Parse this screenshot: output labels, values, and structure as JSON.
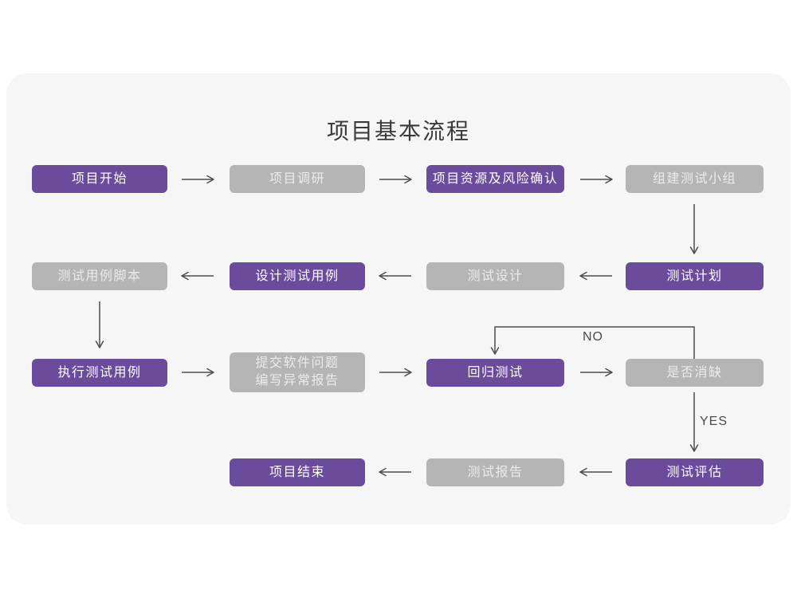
{
  "title": "项目基本流程",
  "colors": {
    "page_bg": "#ffffff",
    "card_bg": "#f6f6f7",
    "node_primary": "#6b4b9b",
    "node_muted": "#b5b5b5",
    "node_text_primary": "#ffffff",
    "node_text_muted": "#ebebeb",
    "arrow": "#4d4d4d",
    "title_text": "#3a3a3a"
  },
  "nodes": [
    {
      "id": "project-start",
      "label": "项目开始",
      "variant": "primary"
    },
    {
      "id": "project-research",
      "label": "项目调研",
      "variant": "muted"
    },
    {
      "id": "resource-risk-confirm",
      "label": "项目资源及风险确认",
      "variant": "primary"
    },
    {
      "id": "build-test-team",
      "label": "组建测试小组",
      "variant": "muted"
    },
    {
      "id": "test-plan",
      "label": "测试计划",
      "variant": "primary"
    },
    {
      "id": "test-design",
      "label": "测试设计",
      "variant": "muted"
    },
    {
      "id": "design-test-cases",
      "label": "设计测试用例",
      "variant": "primary"
    },
    {
      "id": "test-case-script",
      "label": "测试用例脚本",
      "variant": "muted"
    },
    {
      "id": "execute-test-cases",
      "label": "执行测试用例",
      "variant": "primary"
    },
    {
      "id": "submit-issue-report",
      "label": "提交软件问题\n编写异常报告",
      "variant": "muted"
    },
    {
      "id": "regression-test",
      "label": "回归测试",
      "variant": "primary"
    },
    {
      "id": "defect-resolved",
      "label": "是否消缺",
      "variant": "muted"
    },
    {
      "id": "test-evaluation",
      "label": "测试评估",
      "variant": "primary"
    },
    {
      "id": "test-report",
      "label": "测试报告",
      "variant": "muted"
    },
    {
      "id": "project-end",
      "label": "项目结束",
      "variant": "primary"
    }
  ],
  "edge_labels": {
    "no": "NO",
    "yes": "YES"
  }
}
